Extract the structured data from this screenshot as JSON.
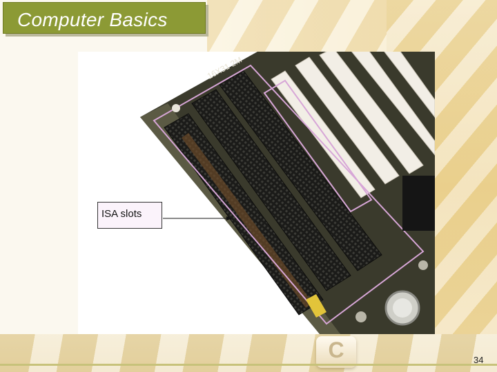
{
  "slide": {
    "title": "Computer Basics",
    "callout_label": "ISA slots",
    "page_number": "34"
  },
  "board_print": "16X31 2M",
  "colors": {
    "title_bg": "#8c9a35",
    "title_text": "#ffffff",
    "outline": "#d7a6d7"
  },
  "icons": {
    "keyboard_key": "C"
  }
}
